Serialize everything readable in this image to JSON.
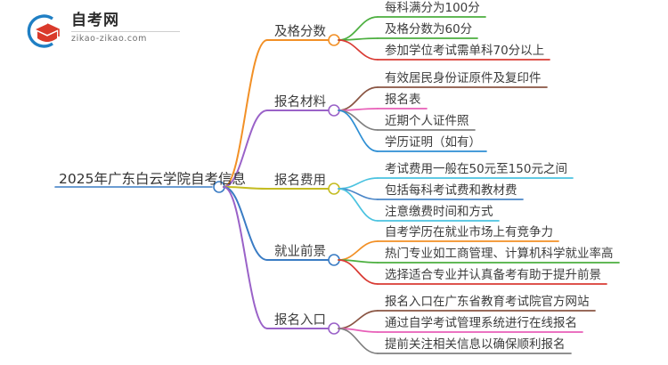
{
  "logo": {
    "title": "自考网",
    "subtitle": "zikao-zikao.com",
    "mark_name": "graduation-cap-logo-icon",
    "arc_color": "#1f7fc4",
    "cap_color": "#d93a2b"
  },
  "mindmap": {
    "root": {
      "label": "2025年广东白云学院自考信息",
      "color": "#3a7cc4"
    },
    "branches": [
      {
        "label": "及格分数",
        "color": "#f29026",
        "children": [
          {
            "label": "每科满分为100分",
            "color": "#4caf3f"
          },
          {
            "label": "及格分数为60分",
            "color": "#4caf3f"
          },
          {
            "label": "参加学位考试需单科70分以上",
            "color": "#d93b34"
          }
        ]
      },
      {
        "label": "报名材料",
        "color": "#9a62c8",
        "children": [
          {
            "label": "有效居民身份证原件及复印件",
            "color": "#8a5543"
          },
          {
            "label": "报名表",
            "color": "#e85fb8"
          },
          {
            "label": "近期个人证件照",
            "color": "#808080"
          },
          {
            "label": "学历证明（如有）",
            "color": "#2e8fd4"
          }
        ]
      },
      {
        "label": "报名费用",
        "color": "#c4bc22",
        "children": [
          {
            "label": "考试费用一般在50元至150元之间",
            "color": "#4bc3e0"
          },
          {
            "label": "包括每科考试费和教材费",
            "color": "#4a86c8"
          },
          {
            "label": "注意缴费时间和方式",
            "color": "#4bc3e0"
          }
        ]
      },
      {
        "label": "就业前景",
        "color": "#3a7cc4",
        "children": [
          {
            "label": "自考学历在就业市场上有竞争力",
            "color": "#f29026"
          },
          {
            "label": "热门专业如工商管理、计算机科学就业率高",
            "color": "#4caf3f"
          },
          {
            "label": "选择适合专业并认真备考有助于提升前景",
            "color": "#d93b34"
          }
        ]
      },
      {
        "label": "报名入口",
        "color": "#9a62c8",
        "children": [
          {
            "label": "报名入口在广东省教育考试院官方网站",
            "color": "#8a5543"
          },
          {
            "label": "通过自学考试管理系统进行在线报名",
            "color": "#e85fb8"
          },
          {
            "label": "提前关注相关信息以确保顺利报名",
            "color": "#808080"
          }
        ]
      }
    ]
  }
}
